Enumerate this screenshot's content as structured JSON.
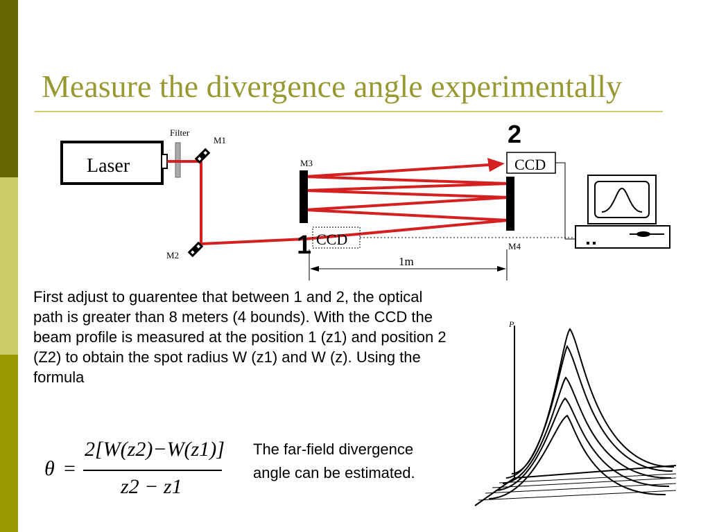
{
  "slide": {
    "title": "Measure the divergence angle experimentally",
    "body": "First adjust to guarentee that between 1 and 2, the optical path is greater than 8 meters (4 bounds). With the CCD the beam profile is measured at the position 1 (z1) and position 2 (Z2) to obtain the spot radius W (z1) and W (z). Using the formula",
    "caption": "The far-field divergence angle can be estimated."
  },
  "diagram": {
    "laser_label": "Laser",
    "filter_label": "Filter",
    "m1": "M1",
    "m2": "M2",
    "m3": "M3",
    "m4": "M4",
    "ccd_label": "CCD",
    "ccd2_label": "CCD",
    "pos1": "1",
    "pos2": "2",
    "distance": "1m",
    "beam_color": "#d42020",
    "accent_color": "#999933"
  },
  "formula": {
    "theta": "θ",
    "equals": "=",
    "numerator": "2[W(z2)−W(z1)]",
    "denominator": "z2 − z1"
  },
  "profile_image": {
    "axis_label": "P"
  }
}
